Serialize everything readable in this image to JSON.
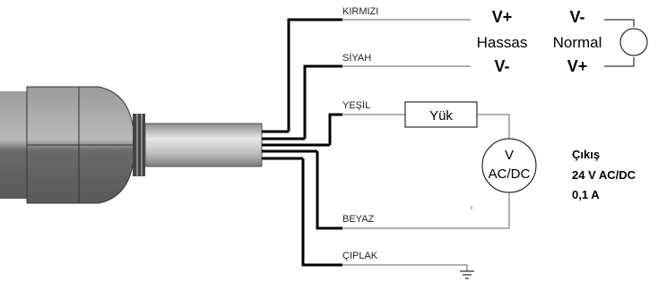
{
  "wires": {
    "red": "KIRMIZI",
    "black": "SİYAH",
    "green": "YEŞİL",
    "white": "BEYAZ",
    "bare": "ÇIPLAK"
  },
  "modes": {
    "sensitive": {
      "label": "Hassas",
      "top": "V+",
      "bottom": "V-"
    },
    "normal": {
      "label": "Normal",
      "top": "V-",
      "bottom": "V+"
    }
  },
  "load": {
    "label": "Yük"
  },
  "supply": {
    "symbol": "V",
    "type": "AC/DC"
  },
  "output": {
    "title": "Çıkış",
    "voltage": "24 V AC/DC",
    "current": "0,1 A"
  }
}
